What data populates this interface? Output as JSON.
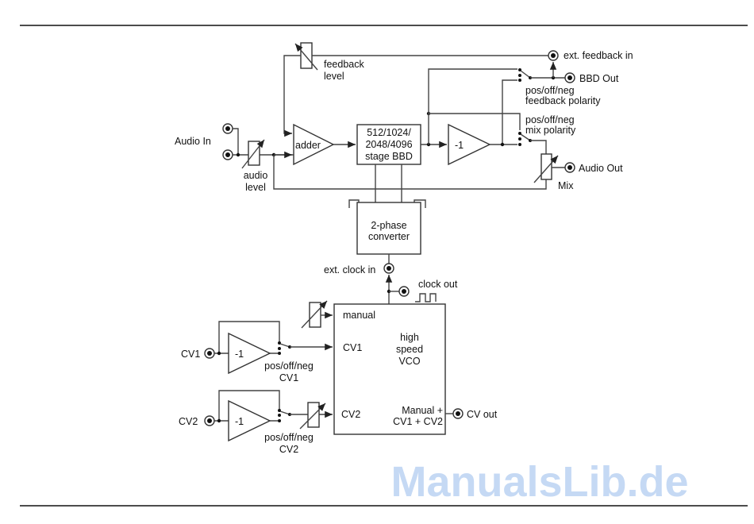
{
  "labels": {
    "audio_in": "Audio In",
    "audio_level": [
      "audio",
      "level"
    ],
    "feedback_level": [
      "feedback",
      "level"
    ],
    "ext_feedback_in": "ext. feedback in",
    "bbd_out": "BBD Out",
    "feedback_polarity": [
      "pos/off/neg",
      "feedback polarity"
    ],
    "mix_polarity": [
      "pos/off/neg",
      "mix polarity"
    ],
    "audio_out": "Audio Out",
    "mix": "Mix",
    "adder": "adder",
    "bbd": [
      "512/1024/",
      "2048/4096",
      "stage BBD"
    ],
    "inverter": "-1",
    "converter": [
      "2-phase",
      "converter"
    ],
    "ext_clock_in": "ext. clock in",
    "clock_out": "clock out",
    "vco_manual": "manual",
    "vco_cv1": "CV1",
    "vco_cv2": "CV2",
    "vco_title": [
      "high",
      "speed",
      "VCO"
    ],
    "vco_sum": [
      "Manual +",
      "CV1 + CV2"
    ],
    "cv_out": "CV out",
    "cv1": "CV1",
    "cv2": "CV2",
    "cv1_polarity": [
      "pos/off/neg",
      "CV1"
    ],
    "cv2_polarity": [
      "pos/off/neg",
      "CV2"
    ]
  },
  "watermark": "ManualsLib.de",
  "colors": {
    "watermark": "#b7d0f2",
    "lines": "#444444"
  }
}
